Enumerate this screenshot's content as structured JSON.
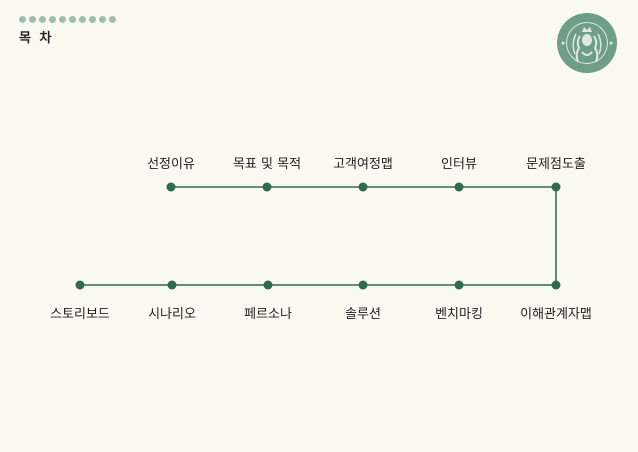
{
  "page": {
    "title": "목 차"
  },
  "logo": {
    "colors": {
      "ring": "#1e3932",
      "green": "#00704a",
      "fill": "#6e9e86",
      "light": "#dfe9e2"
    }
  },
  "colors": {
    "line": "#2e6b4e",
    "node": "#2e6b4e",
    "dots": "#9fbfae",
    "background": "#fbfaf1"
  },
  "timeline": {
    "top_row": [
      "선정이유",
      "목표 및 목적",
      "고객여정맵",
      "인터뷰",
      "문제점도출"
    ],
    "bottom_row": [
      "스토리보드",
      "시나리오",
      "페르소나",
      "솔루션",
      "벤치마킹",
      "이해관계자맵"
    ]
  }
}
